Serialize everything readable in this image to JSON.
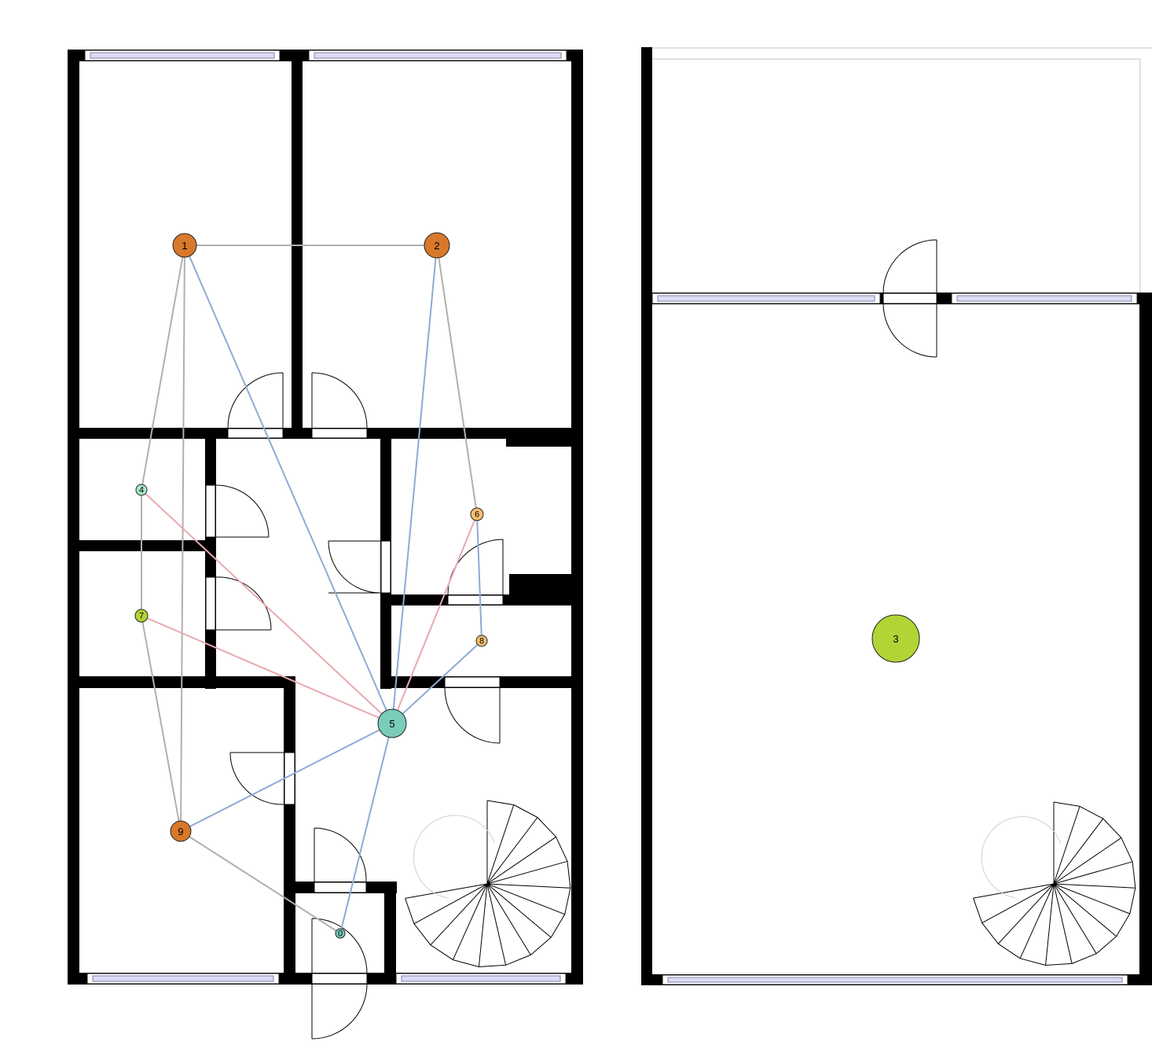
{
  "colors": {
    "wall": "#000000",
    "window_glass": "#dcdcf4",
    "edge_adjacency": "#b0b0b0",
    "edge_access": "#8eaad6",
    "edge_door": "#e8a9ae",
    "node_bedroom": "#d8782a",
    "node_living": "#b2d434",
    "node_hall": "#78ccb8",
    "node_storage": "#a8e6c8",
    "node_bath": "#f8c070"
  },
  "nodes": [
    {
      "id": "1",
      "label": "1",
      "color": "#d8782a"
    },
    {
      "id": "2",
      "label": "2",
      "color": "#d8782a"
    },
    {
      "id": "3",
      "label": "3",
      "color": "#b2d434"
    },
    {
      "id": "4",
      "label": "4",
      "color": "#a8e6c8"
    },
    {
      "id": "5",
      "label": "5",
      "color": "#78ccb8"
    },
    {
      "id": "6",
      "label": "6",
      "color": "#f8c070"
    },
    {
      "id": "7",
      "label": "7",
      "color": "#b2d434"
    },
    {
      "id": "8",
      "label": "8",
      "color": "#f8c070"
    },
    {
      "id": "9",
      "label": "9",
      "color": "#d8782a"
    },
    {
      "id": "10",
      "label": "0",
      "color": "#78ccb8"
    }
  ],
  "edges": [
    {
      "from": "1",
      "to": "2",
      "kind": "adjacency"
    },
    {
      "from": "1",
      "to": "4",
      "kind": "adjacency"
    },
    {
      "from": "1",
      "to": "9",
      "kind": "adjacency"
    },
    {
      "from": "1",
      "to": "5",
      "kind": "access"
    },
    {
      "from": "2",
      "to": "5",
      "kind": "access"
    },
    {
      "from": "2",
      "to": "6",
      "kind": "adjacency"
    },
    {
      "from": "4",
      "to": "7",
      "kind": "adjacency"
    },
    {
      "from": "4",
      "to": "5",
      "kind": "door"
    },
    {
      "from": "7",
      "to": "5",
      "kind": "door"
    },
    {
      "from": "7",
      "to": "9",
      "kind": "adjacency"
    },
    {
      "from": "6",
      "to": "5",
      "kind": "door"
    },
    {
      "from": "6",
      "to": "8",
      "kind": "access"
    },
    {
      "from": "8",
      "to": "5",
      "kind": "access"
    },
    {
      "from": "9",
      "to": "5",
      "kind": "access"
    },
    {
      "from": "9",
      "to": "10",
      "kind": "adjacency"
    },
    {
      "from": "10",
      "to": "5",
      "kind": "access"
    }
  ]
}
